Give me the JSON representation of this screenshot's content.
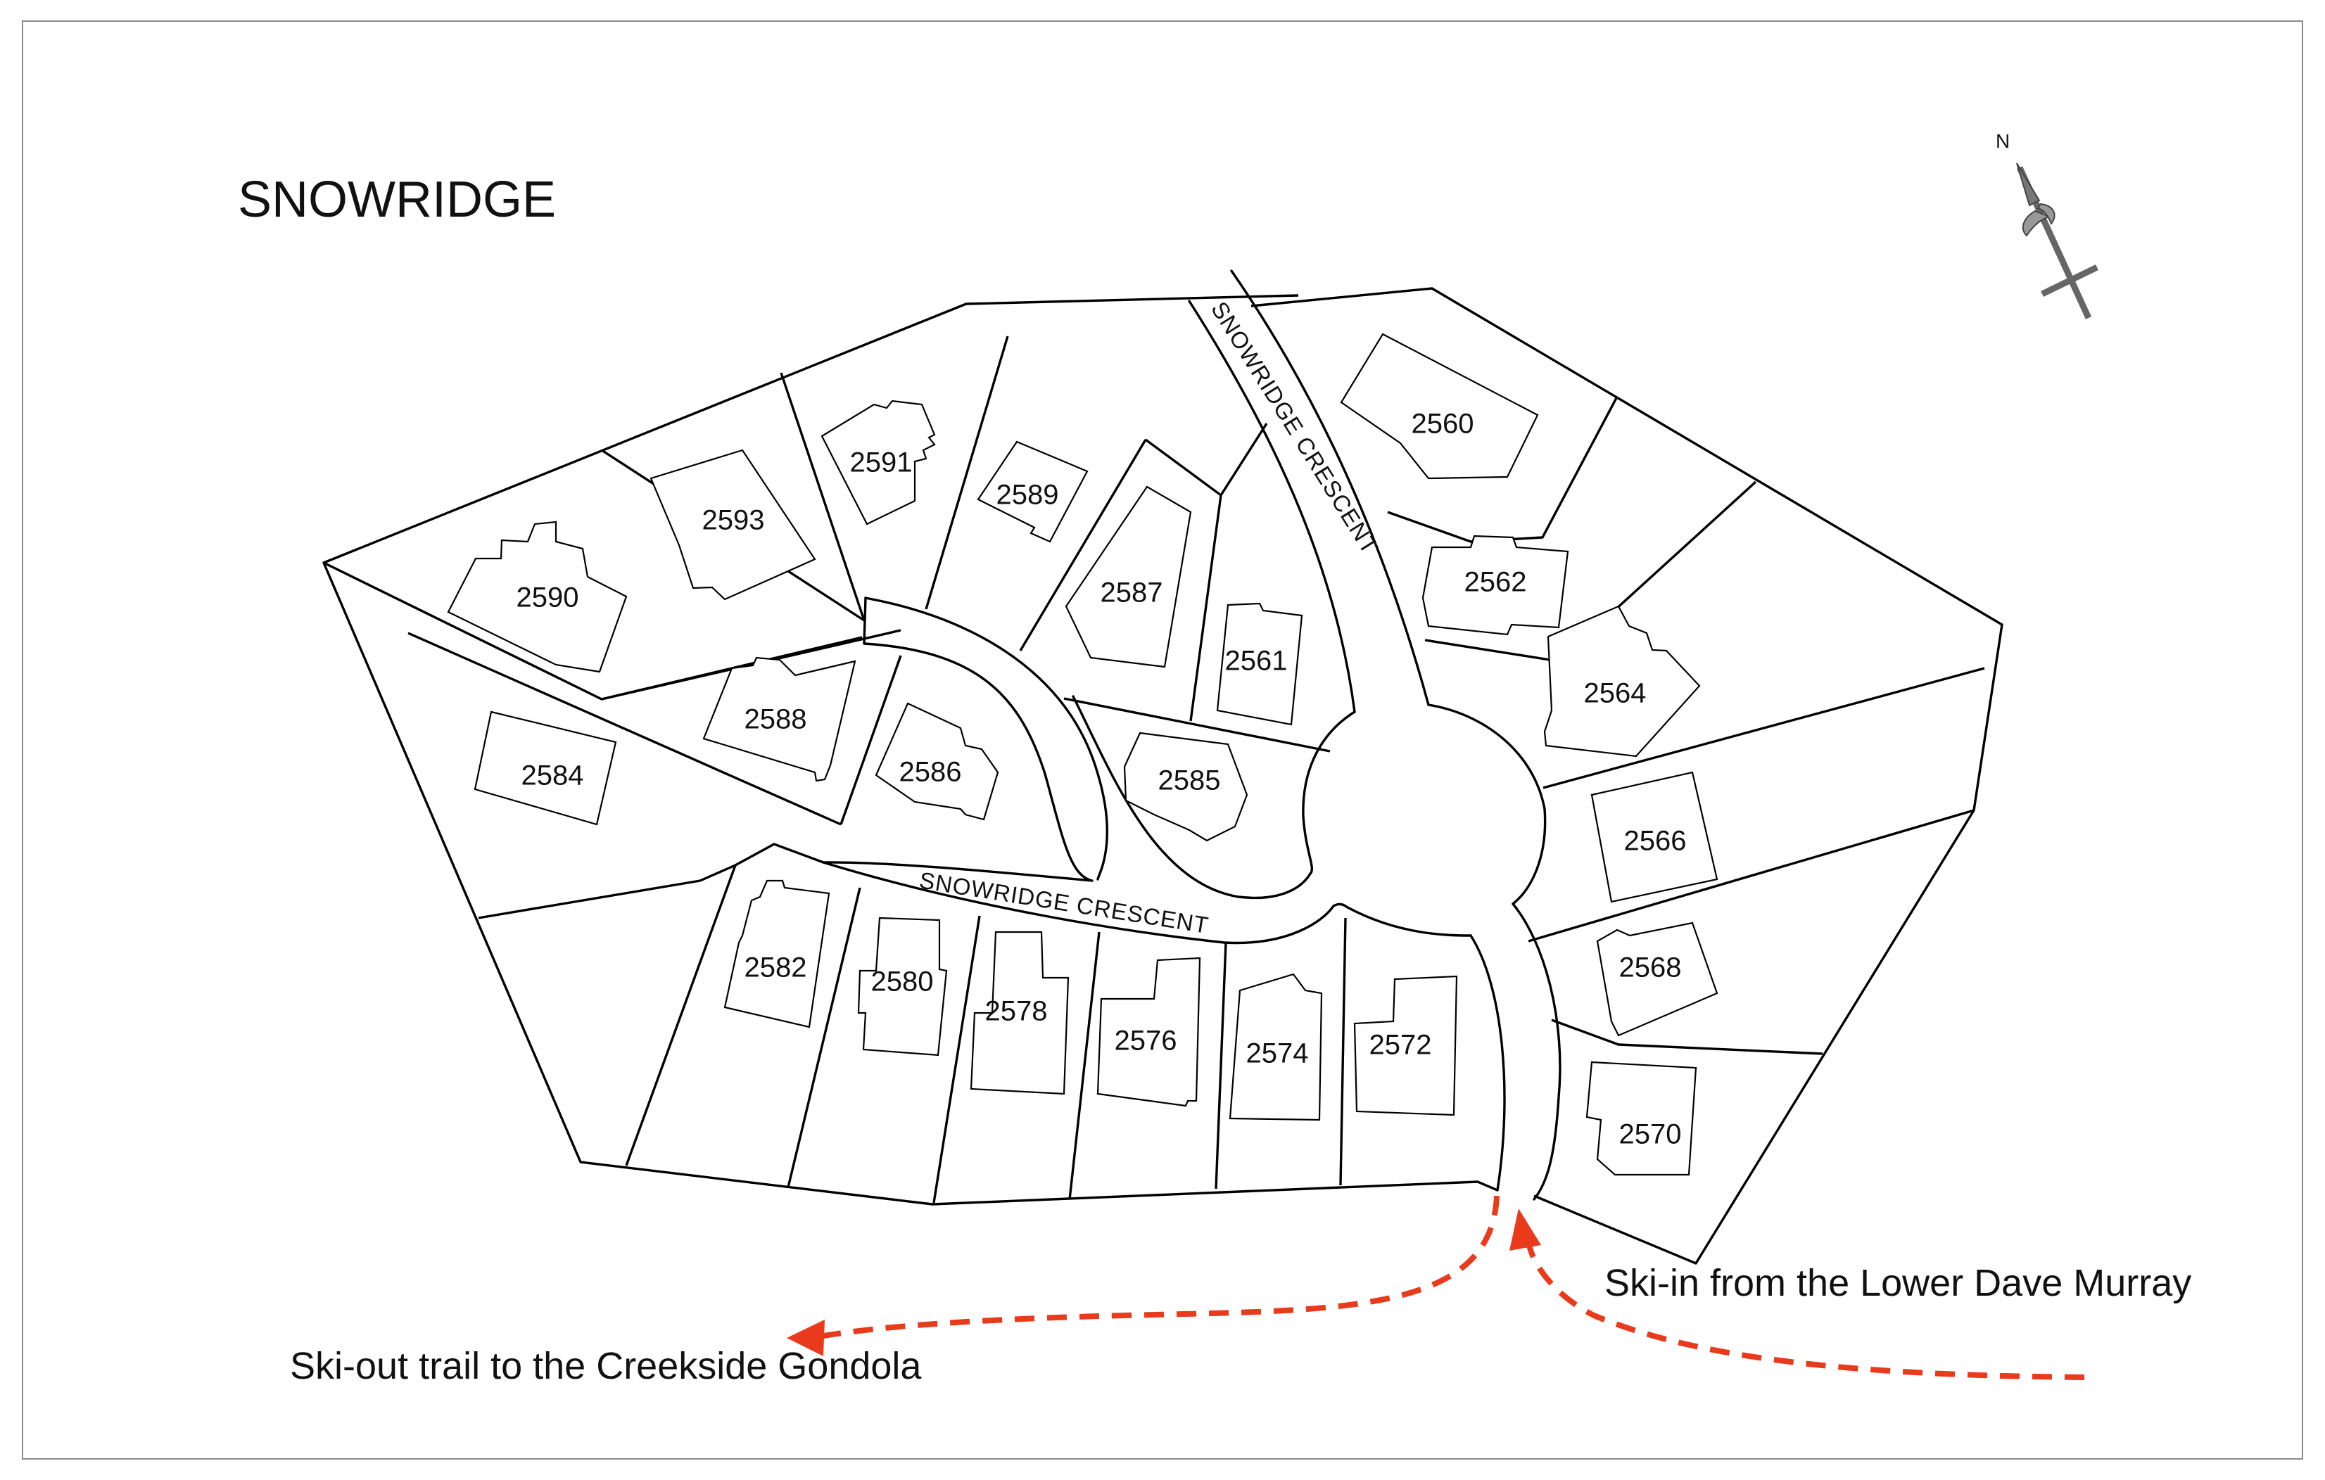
{
  "map": {
    "title": "SNOWRIDGE",
    "north_label": "N",
    "street_labels": {
      "north": "SNOWRIDGE CRESCENT",
      "south": "SNOWRIDGE CRESCENT"
    },
    "trails": {
      "ski_out": "Ski-out trail to the Creekside Gondola",
      "ski_in": "Ski-in from the Lower Dave Murray"
    },
    "trail_color": "#ea3a1c",
    "lots": [
      "2560",
      "2561",
      "2562",
      "2564",
      "2566",
      "2568",
      "2570",
      "2572",
      "2574",
      "2576",
      "2578",
      "2580",
      "2582",
      "2584",
      "2585",
      "2586",
      "2587",
      "2588",
      "2589",
      "2590",
      "2591",
      "2593"
    ]
  }
}
